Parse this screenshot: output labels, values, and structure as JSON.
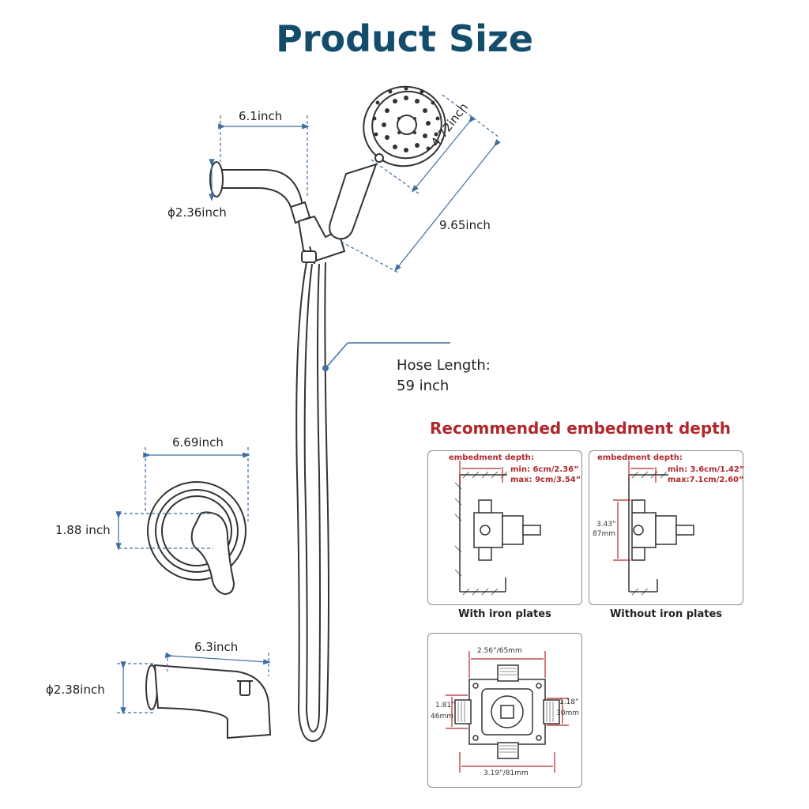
{
  "title": "Product Size",
  "dimensions": {
    "arm_length": "6.1inch",
    "flange_diameter": "ϕ2.36inch",
    "head_diameter": "4.72inch",
    "handheld_length": "9.65inch",
    "hose_label": "Hose Length:",
    "hose_value": "59 inch",
    "trim_width": "6.69inch",
    "handle_height": "1.88 inch",
    "spout_length": "6.3inch",
    "spout_diameter": "ϕ2.38inch"
  },
  "embedment": {
    "title": "Recommended embedment depth",
    "with_plates": {
      "label": "embedment depth:",
      "min": "min: 6cm/2.36”",
      "max": "max: 9cm/3.54”",
      "caption": "With iron plates"
    },
    "without_plates": {
      "label": "embedment depth:",
      "min": "min: 3.6cm/1.42”",
      "max": "max:7.1cm/2.60”",
      "side_inch": "3.43”",
      "side_mm": "87mm",
      "caption": "Without iron plates"
    },
    "valve_front": {
      "top": "2.56”/65mm",
      "left_inch": "1.81”",
      "left_mm": "46mm",
      "right_inch": "1.18”",
      "right_mm": "30mm",
      "bottom": "3.19”/81mm"
    }
  },
  "colors": {
    "title": "#134d6b",
    "accent_red": "#b0282c",
    "dimension_line": "#3f6fa0"
  }
}
